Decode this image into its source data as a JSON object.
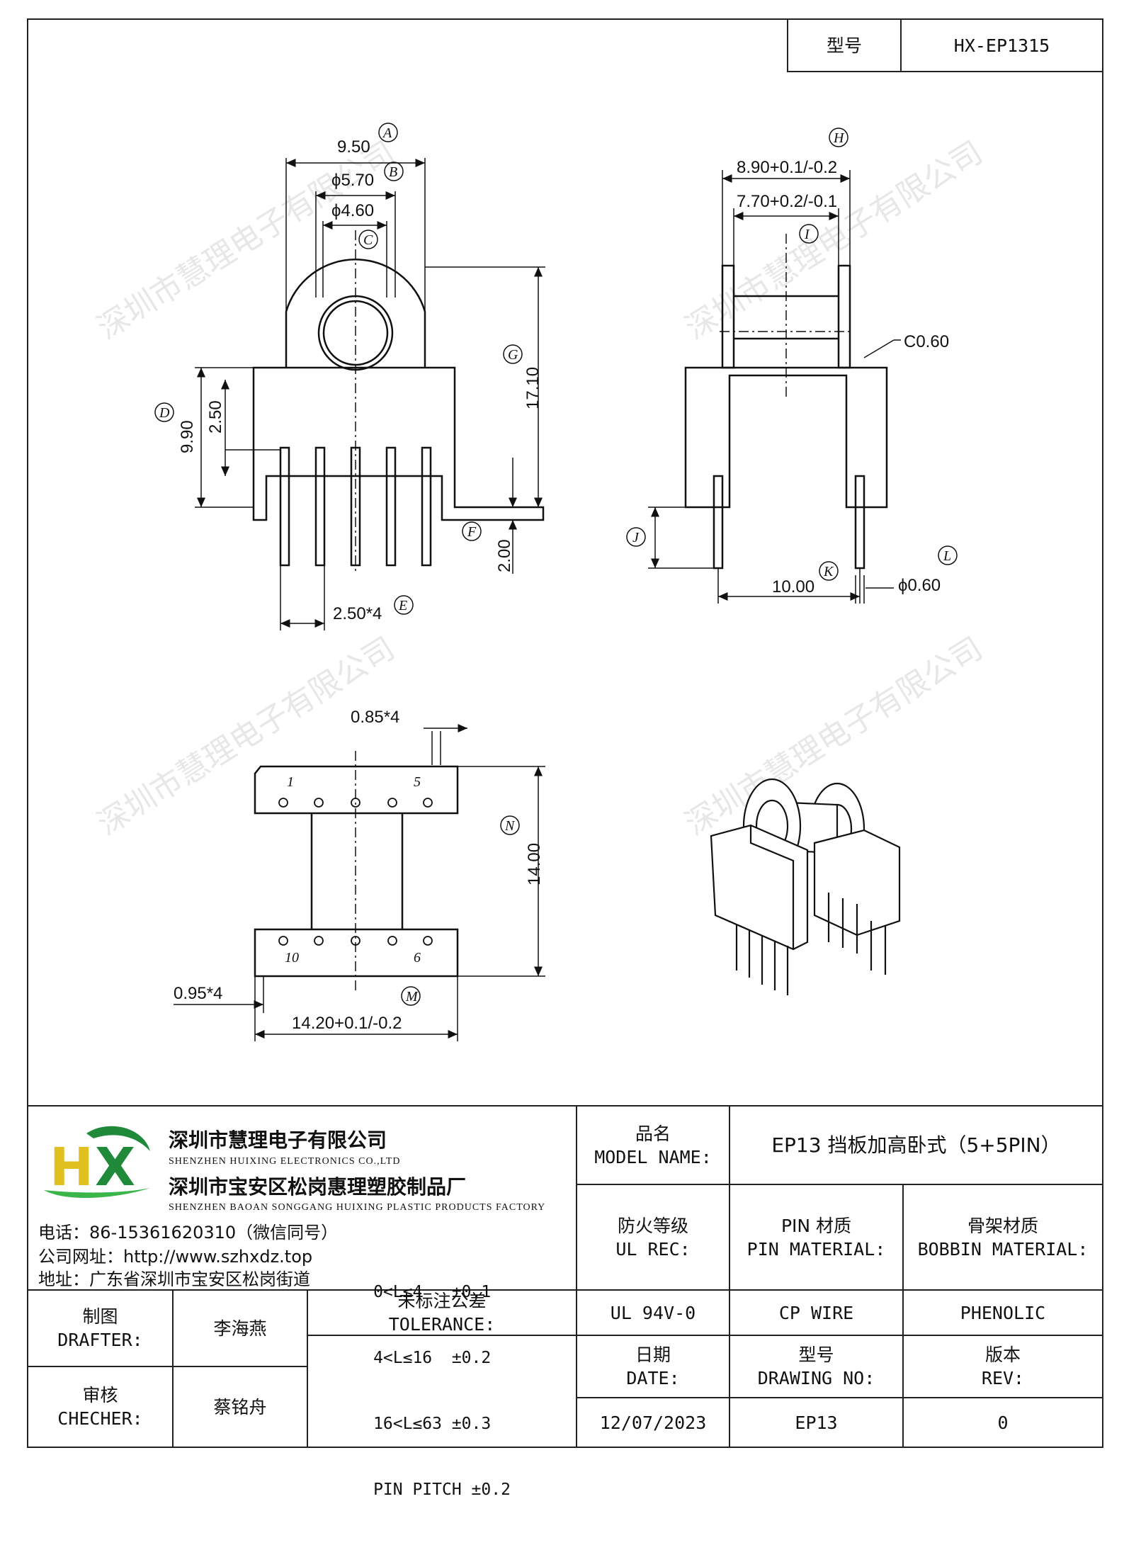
{
  "header": {
    "model_label": "型号",
    "model_value": "HX-EP1315"
  },
  "watermark": "深圳市慧理电子有限公司",
  "views": {
    "front": {
      "dims": {
        "width": "9.50",
        "flange_dia": "ϕ5.70",
        "bore_dia": "ϕ4.60",
        "height_total": "17.10",
        "base_height": "9.90",
        "step": "2.50",
        "pin_len": "2.00",
        "pitch": "2.50*4"
      },
      "labels": [
        "A",
        "B",
        "C",
        "D",
        "E",
        "F",
        "G"
      ]
    },
    "side": {
      "dims": {
        "outer": "8.90+0.1/-0.2",
        "inner": "7.70+0.2/-0.1",
        "chamfer": "C0.60",
        "row_span": "10.00",
        "pin_dia": "ϕ0.60"
      },
      "labels": [
        "H",
        "I",
        "J",
        "K",
        "L"
      ]
    },
    "bottom": {
      "dims": {
        "slot_top": "0.85*4",
        "length": "14.00",
        "slot_bottom": "0.95*4",
        "width": "14.20+0.1/-0.2"
      },
      "pin_numbers": [
        "1",
        "5",
        "10",
        "6"
      ],
      "labels": [
        "N",
        "M"
      ]
    }
  },
  "company": {
    "name_cn": "深圳市慧理电子有限公司",
    "name_en": "SHENZHEN HUIXING ELECTRONICS CO.,LTD",
    "factory_cn": "深圳市宝安区松岗惠理塑胶制品厂",
    "factory_en": "SHENZHEN BAOAN SONGGANG HUIXING PLASTIC PRODUCTS FACTORY",
    "phone": "电话：86-15361620310（微信同号）",
    "website": "公司网址：http://www.szhxdz.top",
    "address": "地址：广东省深圳市宝安区松岗街道",
    "logo_text": "HX",
    "logo_colors": {
      "h": "#e0c020",
      "x": "#1f8a3a",
      "swoosh": "#3ab54a"
    }
  },
  "title_block": {
    "product_name_label_cn": "品名",
    "product_name_label_en": "MODEL NAME:",
    "product_name_value": "EP13 挡板加高卧式（5+5PIN）",
    "fire_label_cn": "防火等级",
    "fire_label_en": "UL REC:",
    "pin_mat_label_cn": "PIN 材质",
    "pin_mat_label_en": "PIN MATERIAL:",
    "bobbin_mat_label_cn": "骨架材质",
    "bobbin_mat_label_en": "BOBBIN MATERIAL:",
    "fire_value": "UL 94V-0",
    "pin_mat_value": "CP WIRE",
    "bobbin_mat_value": "PHENOLIC",
    "date_label_cn": "日期",
    "date_label_en": "DATE:",
    "drawing_no_label_cn": "型号",
    "drawing_no_label_en": "DRAWING NO:",
    "rev_label_cn": "版本",
    "rev_label_en": "REV:",
    "date_value": "12/07/2023",
    "drawing_no_value": "EP13",
    "rev_value": "0",
    "drafter_label_cn": "制图",
    "drafter_label_en": "DRAFTER:",
    "drafter_value": "李海燕",
    "checker_label_cn": "审核",
    "checker_label_en": "CHECHER:",
    "checker_value": "蔡铭舟",
    "tolerance_label_cn": "未标注公差",
    "tolerance_label_en": "TOLERANCE:",
    "tolerances": [
      "0<L≤4   ±0.1",
      "4<L≤16  ±0.2",
      "16<L≤63 ±0.3",
      "PIN PITCH ±0.2"
    ]
  }
}
